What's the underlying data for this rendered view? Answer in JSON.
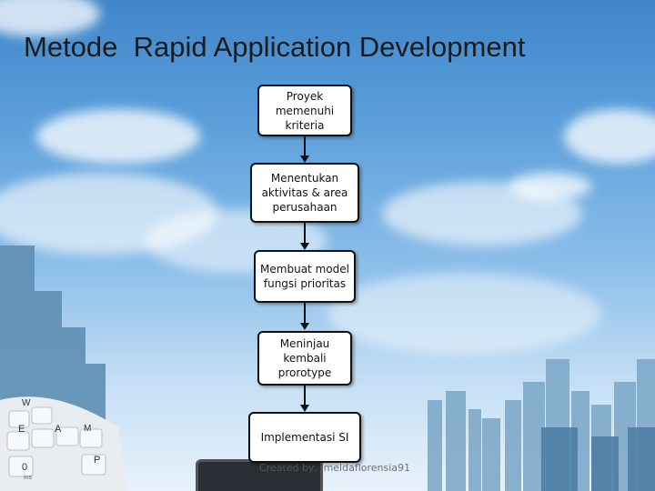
{
  "slide": {
    "title": "Metode  Rapid Application Development",
    "footer": "Created by, imeldaflorensia91"
  },
  "diagram": {
    "steps": [
      {
        "label": "Proyek memenuhi kriteria"
      },
      {
        "label": "Menentukan aktivitas & area perusahaan"
      },
      {
        "label": "Membuat model fungsi prioritas"
      },
      {
        "label": "Meninjau kembali prorotype"
      },
      {
        "label": "Implementasi SI"
      }
    ]
  },
  "keyboard": {
    "keys": [
      "W",
      "E",
      "A",
      "M",
      "P",
      "0"
    ],
    "subtext": "ins"
  }
}
